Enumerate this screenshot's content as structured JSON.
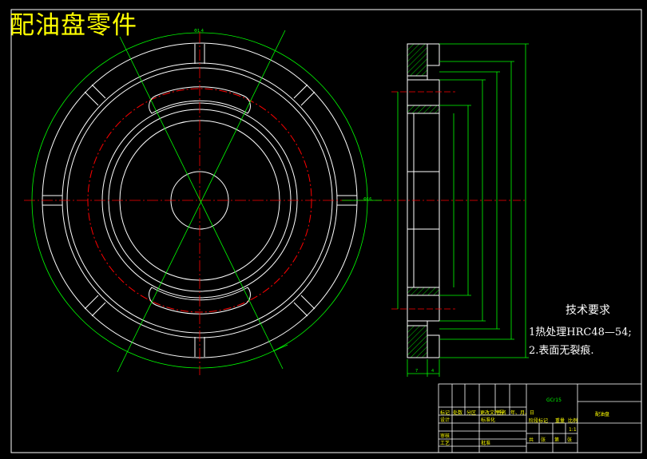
{
  "drawing": {
    "title": "配油盘零件",
    "technical_requirements": {
      "heading": "技术要求",
      "items": [
        "1热处理HRC48—54;",
        "2.表面无裂痕."
      ]
    },
    "dimension_labels": {
      "angle_top": "Φ1.4",
      "dia_left": "Φ16",
      "side_bottom_a": "7",
      "side_bottom_b": "4"
    },
    "title_block": {
      "material": "GCr15",
      "part_name": "配油盘",
      "labels": [
        "标记",
        "处数",
        "分区",
        "更改文件号",
        "签名",
        "年、月、日",
        "设计",
        "标准化",
        "阶段标记",
        "重量",
        "比例",
        "审核",
        "工艺",
        "批准",
        "共",
        "张",
        "第",
        "张",
        "1:1"
      ]
    },
    "colors": {
      "background": "#000000",
      "outline": "#ffffff",
      "centerline": "#ff0000",
      "dimension": "#00ff00",
      "title": "#ffff00"
    }
  }
}
